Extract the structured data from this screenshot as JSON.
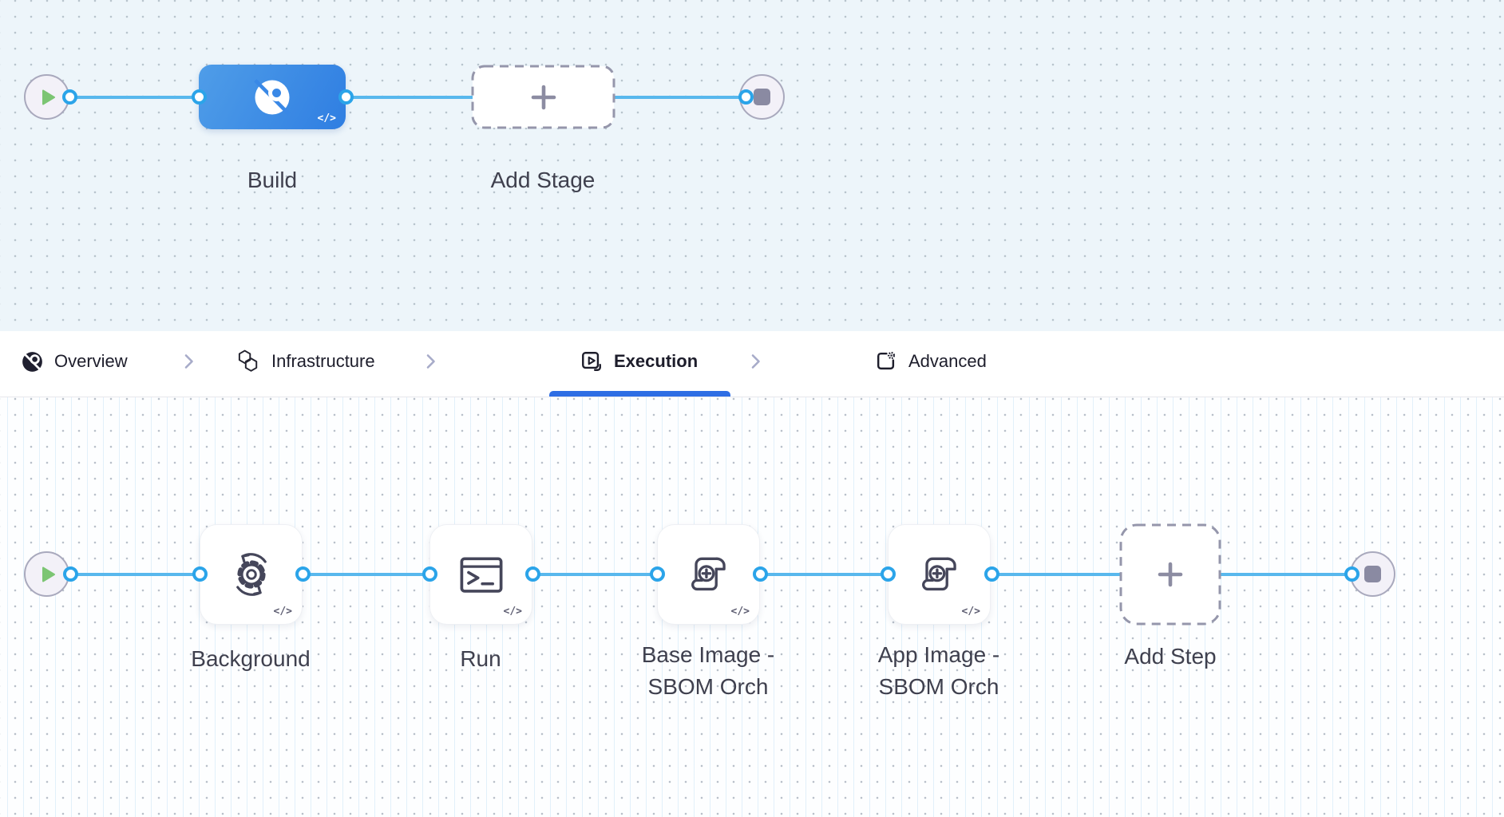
{
  "stage_graph": {
    "name": "pipeline stage graph",
    "nodes": [
      {
        "id": "start",
        "icon": "play-icon"
      },
      {
        "id": "build",
        "label": "Build",
        "icon": "build-stage-icon",
        "code_badge": "</>"
      },
      {
        "id": "add-stage",
        "label": "Add Stage",
        "icon": "plus-icon"
      },
      {
        "id": "end",
        "icon": "stop-icon"
      }
    ]
  },
  "tab_bar": {
    "tabs": [
      {
        "label": "Overview",
        "icon": "pipeline-overview-icon",
        "active": false
      },
      {
        "label": "Infrastructure",
        "icon": "infrastructure-icon",
        "active": false
      },
      {
        "label": "Execution",
        "icon": "execution-icon",
        "active": true
      },
      {
        "label": "Advanced",
        "icon": "advanced-icon",
        "active": false
      }
    ],
    "separator_icon": "chevron-right-icon"
  },
  "execution_graph": {
    "name": "execution step graph",
    "nodes": [
      {
        "id": "start",
        "icon": "play-icon"
      },
      {
        "id": "background",
        "label": "Background",
        "icon": "background-service-icon",
        "code_badge": "</>"
      },
      {
        "id": "run",
        "label": "Run",
        "icon": "run-terminal-icon",
        "code_badge": "</>"
      },
      {
        "id": "base-image-sbom",
        "label": "Base Image -\nSBOM Orch",
        "icon": "sbom-orchestration-icon",
        "code_badge": "</>"
      },
      {
        "id": "app-image-sbom",
        "label": "App Image -\nSBOM Orch",
        "icon": "sbom-orchestration-icon",
        "code_badge": "</>"
      },
      {
        "id": "add-step",
        "label": "Add Step",
        "icon": "plus-icon"
      },
      {
        "id": "end",
        "icon": "stop-icon"
      }
    ]
  },
  "colors": {
    "edge_line": "#58b8ed",
    "connector_port": "#2ba4e9",
    "stage_gradient_start": "#4f9de8",
    "stage_gradient_end": "#2f7ee2",
    "active_tab_underline": "#2e6ee4",
    "play_green": "#7cc573",
    "stop_gray": "#8a8aa2",
    "canvas_top_bg": "#edf5fa",
    "canvas_bottom_bg": "#fdfeff",
    "tab_text": "#1d1d2b",
    "node_label_text": "#3f404e"
  }
}
